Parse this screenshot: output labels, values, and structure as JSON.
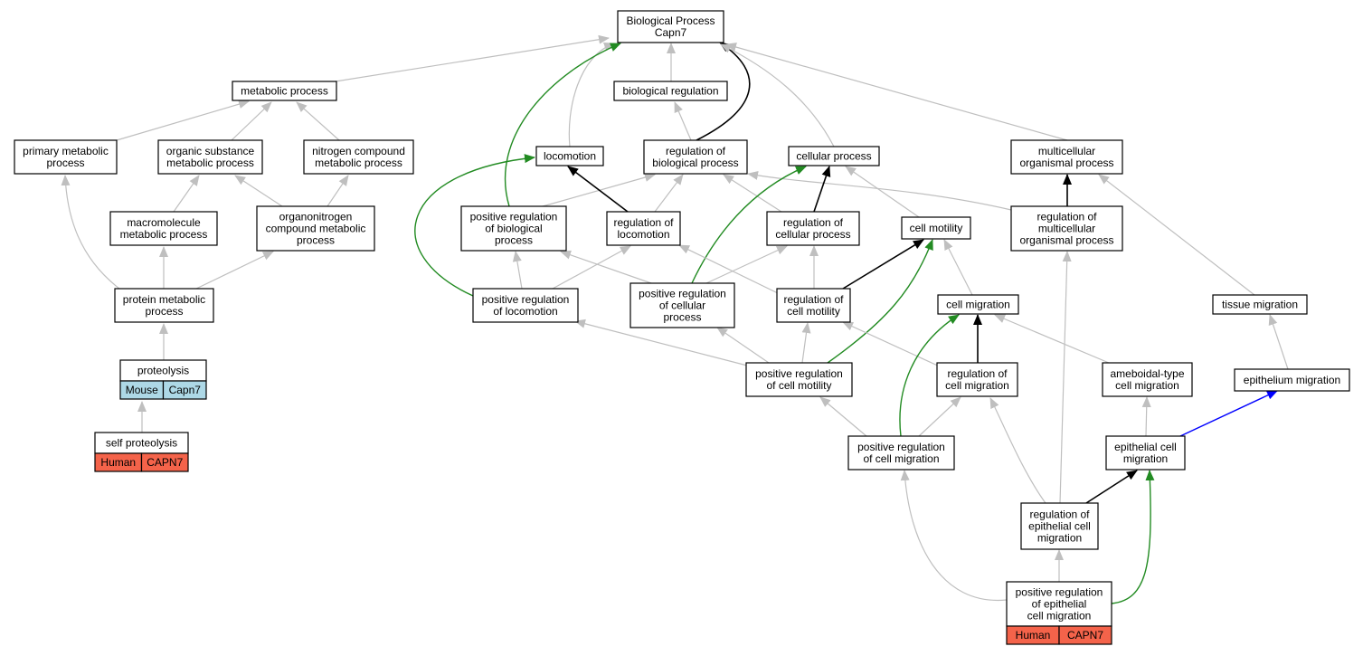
{
  "colors": {
    "gray": "#bfbfbf",
    "black": "#000000",
    "green": "#228b22",
    "blue": "#0000ff",
    "mouse": "#add8e6",
    "human": "#f4634a"
  },
  "nodes": [
    {
      "id": "bp",
      "lines": [
        "Biological Process",
        "Capn7"
      ]
    },
    {
      "id": "metabolic",
      "lines": [
        "metabolic process"
      ]
    },
    {
      "id": "bioreg",
      "lines": [
        "biological regulation"
      ]
    },
    {
      "id": "primary",
      "lines": [
        "primary metabolic",
        "process"
      ]
    },
    {
      "id": "organic",
      "lines": [
        "organic substance",
        "metabolic process"
      ]
    },
    {
      "id": "nitrogen",
      "lines": [
        "nitrogen compound",
        "metabolic process"
      ]
    },
    {
      "id": "locomotion",
      "lines": [
        "locomotion"
      ]
    },
    {
      "id": "regbio",
      "lines": [
        "regulation of",
        "biological process"
      ]
    },
    {
      "id": "cellular",
      "lines": [
        "cellular process"
      ]
    },
    {
      "id": "multicell",
      "lines": [
        "multicellular",
        "organismal process"
      ]
    },
    {
      "id": "macro",
      "lines": [
        "macromolecule",
        "metabolic process"
      ]
    },
    {
      "id": "organonitro",
      "lines": [
        "organonitrogen",
        "compound metabolic",
        "process"
      ]
    },
    {
      "id": "posregbio",
      "lines": [
        "positive regulation",
        "of biological",
        "process"
      ]
    },
    {
      "id": "regloco",
      "lines": [
        "regulation of",
        "locomotion"
      ]
    },
    {
      "id": "regcell",
      "lines": [
        "regulation of",
        "cellular process"
      ]
    },
    {
      "id": "motility",
      "lines": [
        "cell motility"
      ]
    },
    {
      "id": "regmulti",
      "lines": [
        "regulation of",
        "multicellular",
        "organismal process"
      ]
    },
    {
      "id": "protein",
      "lines": [
        "protein metabolic",
        "process"
      ]
    },
    {
      "id": "posregloco",
      "lines": [
        "positive regulation",
        "of locomotion"
      ]
    },
    {
      "id": "posregcell",
      "lines": [
        "positive regulation",
        "of cellular",
        "process"
      ]
    },
    {
      "id": "regmot",
      "lines": [
        "regulation of",
        "cell motility"
      ]
    },
    {
      "id": "migration",
      "lines": [
        "cell migration"
      ]
    },
    {
      "id": "tissuemig",
      "lines": [
        "tissue migration"
      ]
    },
    {
      "id": "proteolysis",
      "lines": [
        "proteolysis"
      ],
      "tags": [
        {
          "label": "Mouse",
          "kind": "mouse"
        },
        {
          "label": "Capn7",
          "kind": "mouse"
        }
      ]
    },
    {
      "id": "posregmot",
      "lines": [
        "positive regulation",
        "of cell motility"
      ]
    },
    {
      "id": "regmig",
      "lines": [
        "regulation of",
        "cell migration"
      ]
    },
    {
      "id": "ameboid",
      "lines": [
        "ameboidal-type",
        "cell migration"
      ]
    },
    {
      "id": "epimig",
      "lines": [
        "epithelium migration"
      ]
    },
    {
      "id": "selfprot",
      "lines": [
        "self proteolysis"
      ],
      "tags": [
        {
          "label": "Human",
          "kind": "human"
        },
        {
          "label": "CAPN7",
          "kind": "human"
        }
      ]
    },
    {
      "id": "posregmig",
      "lines": [
        "positive regulation",
        "of cell migration"
      ]
    },
    {
      "id": "epicell",
      "lines": [
        "epithelial cell",
        "migration"
      ]
    },
    {
      "id": "regepi",
      "lines": [
        "regulation of",
        "epithelial cell",
        "migration"
      ]
    },
    {
      "id": "posregepi",
      "lines": [
        "positive regulation",
        "of epithelial",
        "cell migration"
      ],
      "tags": [
        {
          "label": "Human",
          "kind": "human"
        },
        {
          "label": "CAPN7",
          "kind": "human"
        }
      ]
    }
  ],
  "edges": [
    {
      "from": "metabolic",
      "to": "bp",
      "type": "is_a"
    },
    {
      "from": "bioreg",
      "to": "bp",
      "type": "is_a"
    },
    {
      "from": "locomotion",
      "to": "bp",
      "type": "is_a"
    },
    {
      "from": "regbio",
      "to": "bp",
      "type": "regulates"
    },
    {
      "from": "posregbio",
      "to": "bp",
      "type": "positively_regulates"
    },
    {
      "from": "cellular",
      "to": "bp",
      "type": "is_a"
    },
    {
      "from": "multicell",
      "to": "bp",
      "type": "is_a"
    },
    {
      "from": "primary",
      "to": "metabolic",
      "type": "is_a"
    },
    {
      "from": "organic",
      "to": "metabolic",
      "type": "is_a"
    },
    {
      "from": "nitrogen",
      "to": "metabolic",
      "type": "is_a"
    },
    {
      "from": "regbio",
      "to": "bioreg",
      "type": "is_a"
    },
    {
      "from": "macro",
      "to": "organic",
      "type": "is_a"
    },
    {
      "from": "organonitro",
      "to": "organic",
      "type": "is_a"
    },
    {
      "from": "organonitro",
      "to": "nitrogen",
      "type": "is_a"
    },
    {
      "from": "protein",
      "to": "primary",
      "type": "is_a"
    },
    {
      "from": "protein",
      "to": "macro",
      "type": "is_a"
    },
    {
      "from": "protein",
      "to": "organonitro",
      "type": "is_a"
    },
    {
      "from": "proteolysis",
      "to": "protein",
      "type": "is_a"
    },
    {
      "from": "selfprot",
      "to": "proteolysis",
      "type": "is_a"
    },
    {
      "from": "posregbio",
      "to": "regbio",
      "type": "is_a"
    },
    {
      "from": "regloco",
      "to": "regbio",
      "type": "is_a"
    },
    {
      "from": "regloco",
      "to": "locomotion",
      "type": "regulates"
    },
    {
      "from": "posregloco",
      "to": "locomotion",
      "type": "positively_regulates"
    },
    {
      "from": "regcell",
      "to": "regbio",
      "type": "is_a"
    },
    {
      "from": "regmulti",
      "to": "regbio",
      "type": "is_a"
    },
    {
      "from": "regcell",
      "to": "cellular",
      "type": "regulates"
    },
    {
      "from": "posregcell",
      "to": "cellular",
      "type": "positively_regulates"
    },
    {
      "from": "motility",
      "to": "cellular",
      "type": "is_a"
    },
    {
      "from": "regmulti",
      "to": "multicell",
      "type": "regulates"
    },
    {
      "from": "tissuemig",
      "to": "multicell",
      "type": "is_a"
    },
    {
      "from": "posregloco",
      "to": "posregbio",
      "type": "is_a"
    },
    {
      "from": "posregloco",
      "to": "regloco",
      "type": "is_a"
    },
    {
      "from": "posregcell",
      "to": "posregbio",
      "type": "is_a"
    },
    {
      "from": "posregcell",
      "to": "regcell",
      "type": "is_a"
    },
    {
      "from": "regmot",
      "to": "regloco",
      "type": "is_a"
    },
    {
      "from": "regmot",
      "to": "regcell",
      "type": "is_a"
    },
    {
      "from": "regmot",
      "to": "motility",
      "type": "regulates"
    },
    {
      "from": "posregmot",
      "to": "motility",
      "type": "positively_regulates"
    },
    {
      "from": "migration",
      "to": "motility",
      "type": "is_a"
    },
    {
      "from": "posregmot",
      "to": "posregloco",
      "type": "is_a"
    },
    {
      "from": "posregmot",
      "to": "posregcell",
      "type": "is_a"
    },
    {
      "from": "posregmot",
      "to": "regmot",
      "type": "is_a"
    },
    {
      "from": "regmig",
      "to": "regmot",
      "type": "is_a"
    },
    {
      "from": "regmig",
      "to": "migration",
      "type": "regulates"
    },
    {
      "from": "posregmig",
      "to": "migration",
      "type": "positively_regulates"
    },
    {
      "from": "ameboid",
      "to": "migration",
      "type": "is_a"
    },
    {
      "from": "epimig",
      "to": "tissuemig",
      "type": "is_a"
    },
    {
      "from": "posregmig",
      "to": "posregmot",
      "type": "is_a"
    },
    {
      "from": "posregmig",
      "to": "regmig",
      "type": "is_a"
    },
    {
      "from": "epicell",
      "to": "ameboid",
      "type": "is_a"
    },
    {
      "from": "epicell",
      "to": "epimig",
      "type": "part_of"
    },
    {
      "from": "regepi",
      "to": "regmig",
      "type": "is_a"
    },
    {
      "from": "regepi",
      "to": "regmulti",
      "type": "is_a"
    },
    {
      "from": "regepi",
      "to": "epicell",
      "type": "regulates"
    },
    {
      "from": "posregepi",
      "to": "epicell",
      "type": "positively_regulates"
    },
    {
      "from": "posregepi",
      "to": "posregmig",
      "type": "is_a"
    },
    {
      "from": "posregepi",
      "to": "regepi",
      "type": "is_a"
    }
  ]
}
